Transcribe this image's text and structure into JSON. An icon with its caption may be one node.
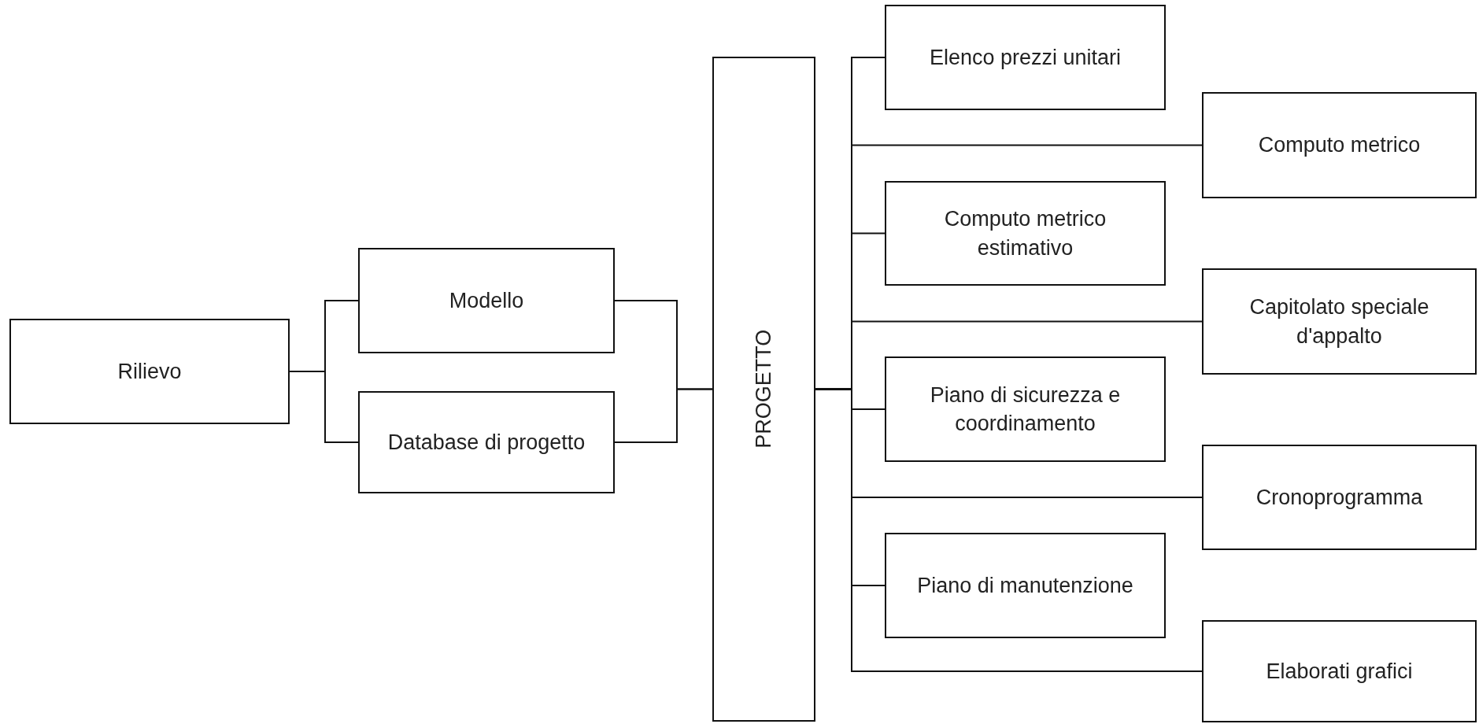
{
  "diagram": {
    "nodes": [
      {
        "text": [
          "Rilievo"
        ]
      },
      {
        "text": [
          "Modello"
        ]
      },
      {
        "text": [
          "Database di progetto"
        ]
      },
      {
        "text": [
          "PROGETTO"
        ]
      },
      {
        "text": [
          "Elenco prezzi unitari"
        ]
      },
      {
        "text": [
          "Computo metrico"
        ]
      },
      {
        "text": [
          "Computo metrico estimativo"
        ]
      },
      {
        "text": [
          "Capitolato speciale d'appalto"
        ]
      },
      {
        "text": [
          "Piano di sicurezza e coordinamento"
        ]
      },
      {
        "text": [
          "Cronoprogramma"
        ]
      },
      {
        "text": [
          "Piano di manutenzione"
        ]
      },
      {
        "text": [
          "Elaborati grafici"
        ]
      }
    ],
    "edges": [
      {
        "from": 0,
        "to": 1,
        "arrow": "none"
      },
      {
        "from": 0,
        "to": 2,
        "arrow": "none"
      },
      {
        "from": 1,
        "to": 3,
        "arrow": "none"
      },
      {
        "from": 2,
        "to": 3,
        "arrow": "none"
      },
      {
        "from": 3,
        "to": 4,
        "arrow": "none"
      },
      {
        "from": 3,
        "to": 5,
        "arrow": "none"
      },
      {
        "from": 3,
        "to": 6,
        "arrow": "none"
      },
      {
        "from": 3,
        "to": 7,
        "arrow": "none"
      },
      {
        "from": 3,
        "to": 8,
        "arrow": "none"
      },
      {
        "from": 3,
        "to": 9,
        "arrow": "none"
      },
      {
        "from": 3,
        "to": 10,
        "arrow": "none"
      },
      {
        "from": 3,
        "to": 11,
        "arrow": "none"
      }
    ]
  }
}
